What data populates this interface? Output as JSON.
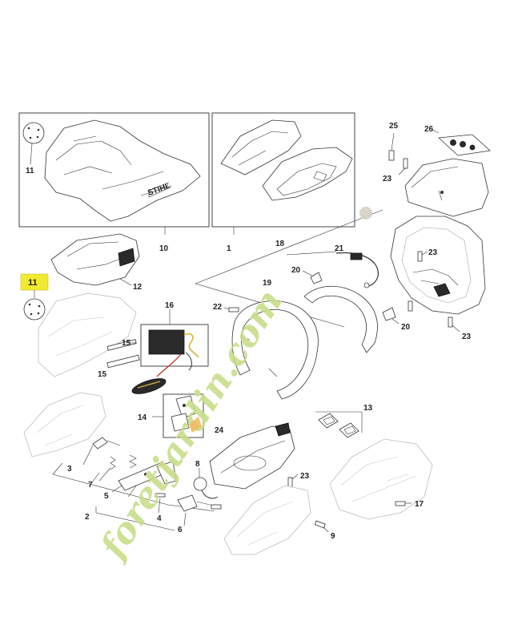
{
  "callouts": {
    "c1": "1",
    "c2": "2",
    "c3": "3",
    "c4": "4",
    "c5": "5",
    "c6": "6",
    "c7": "7",
    "c8": "8",
    "c9": "9",
    "c10": "10",
    "c11a": "11",
    "c11b": "11",
    "c12": "12",
    "c13": "13",
    "c14": "14",
    "c15a": "15",
    "c15b": "15",
    "c16": "16",
    "c17": "17",
    "c18": "18",
    "c19": "19",
    "c20a": "20",
    "c20b": "20",
    "c21": "21",
    "c22": "22",
    "c23a": "23",
    "c23b": "23",
    "c23c": "23",
    "c23d": "23",
    "c24": "24",
    "c25": "25",
    "c26": "26"
  },
  "highlight_color": "#f2ea2e",
  "watermark": {
    "text": "foretjardin.com",
    "colors": {
      "main": "#c8de8a",
      "accent": "#f2b14a",
      "dot": "#d7d0c2"
    }
  },
  "brand_mark": "STIHL"
}
